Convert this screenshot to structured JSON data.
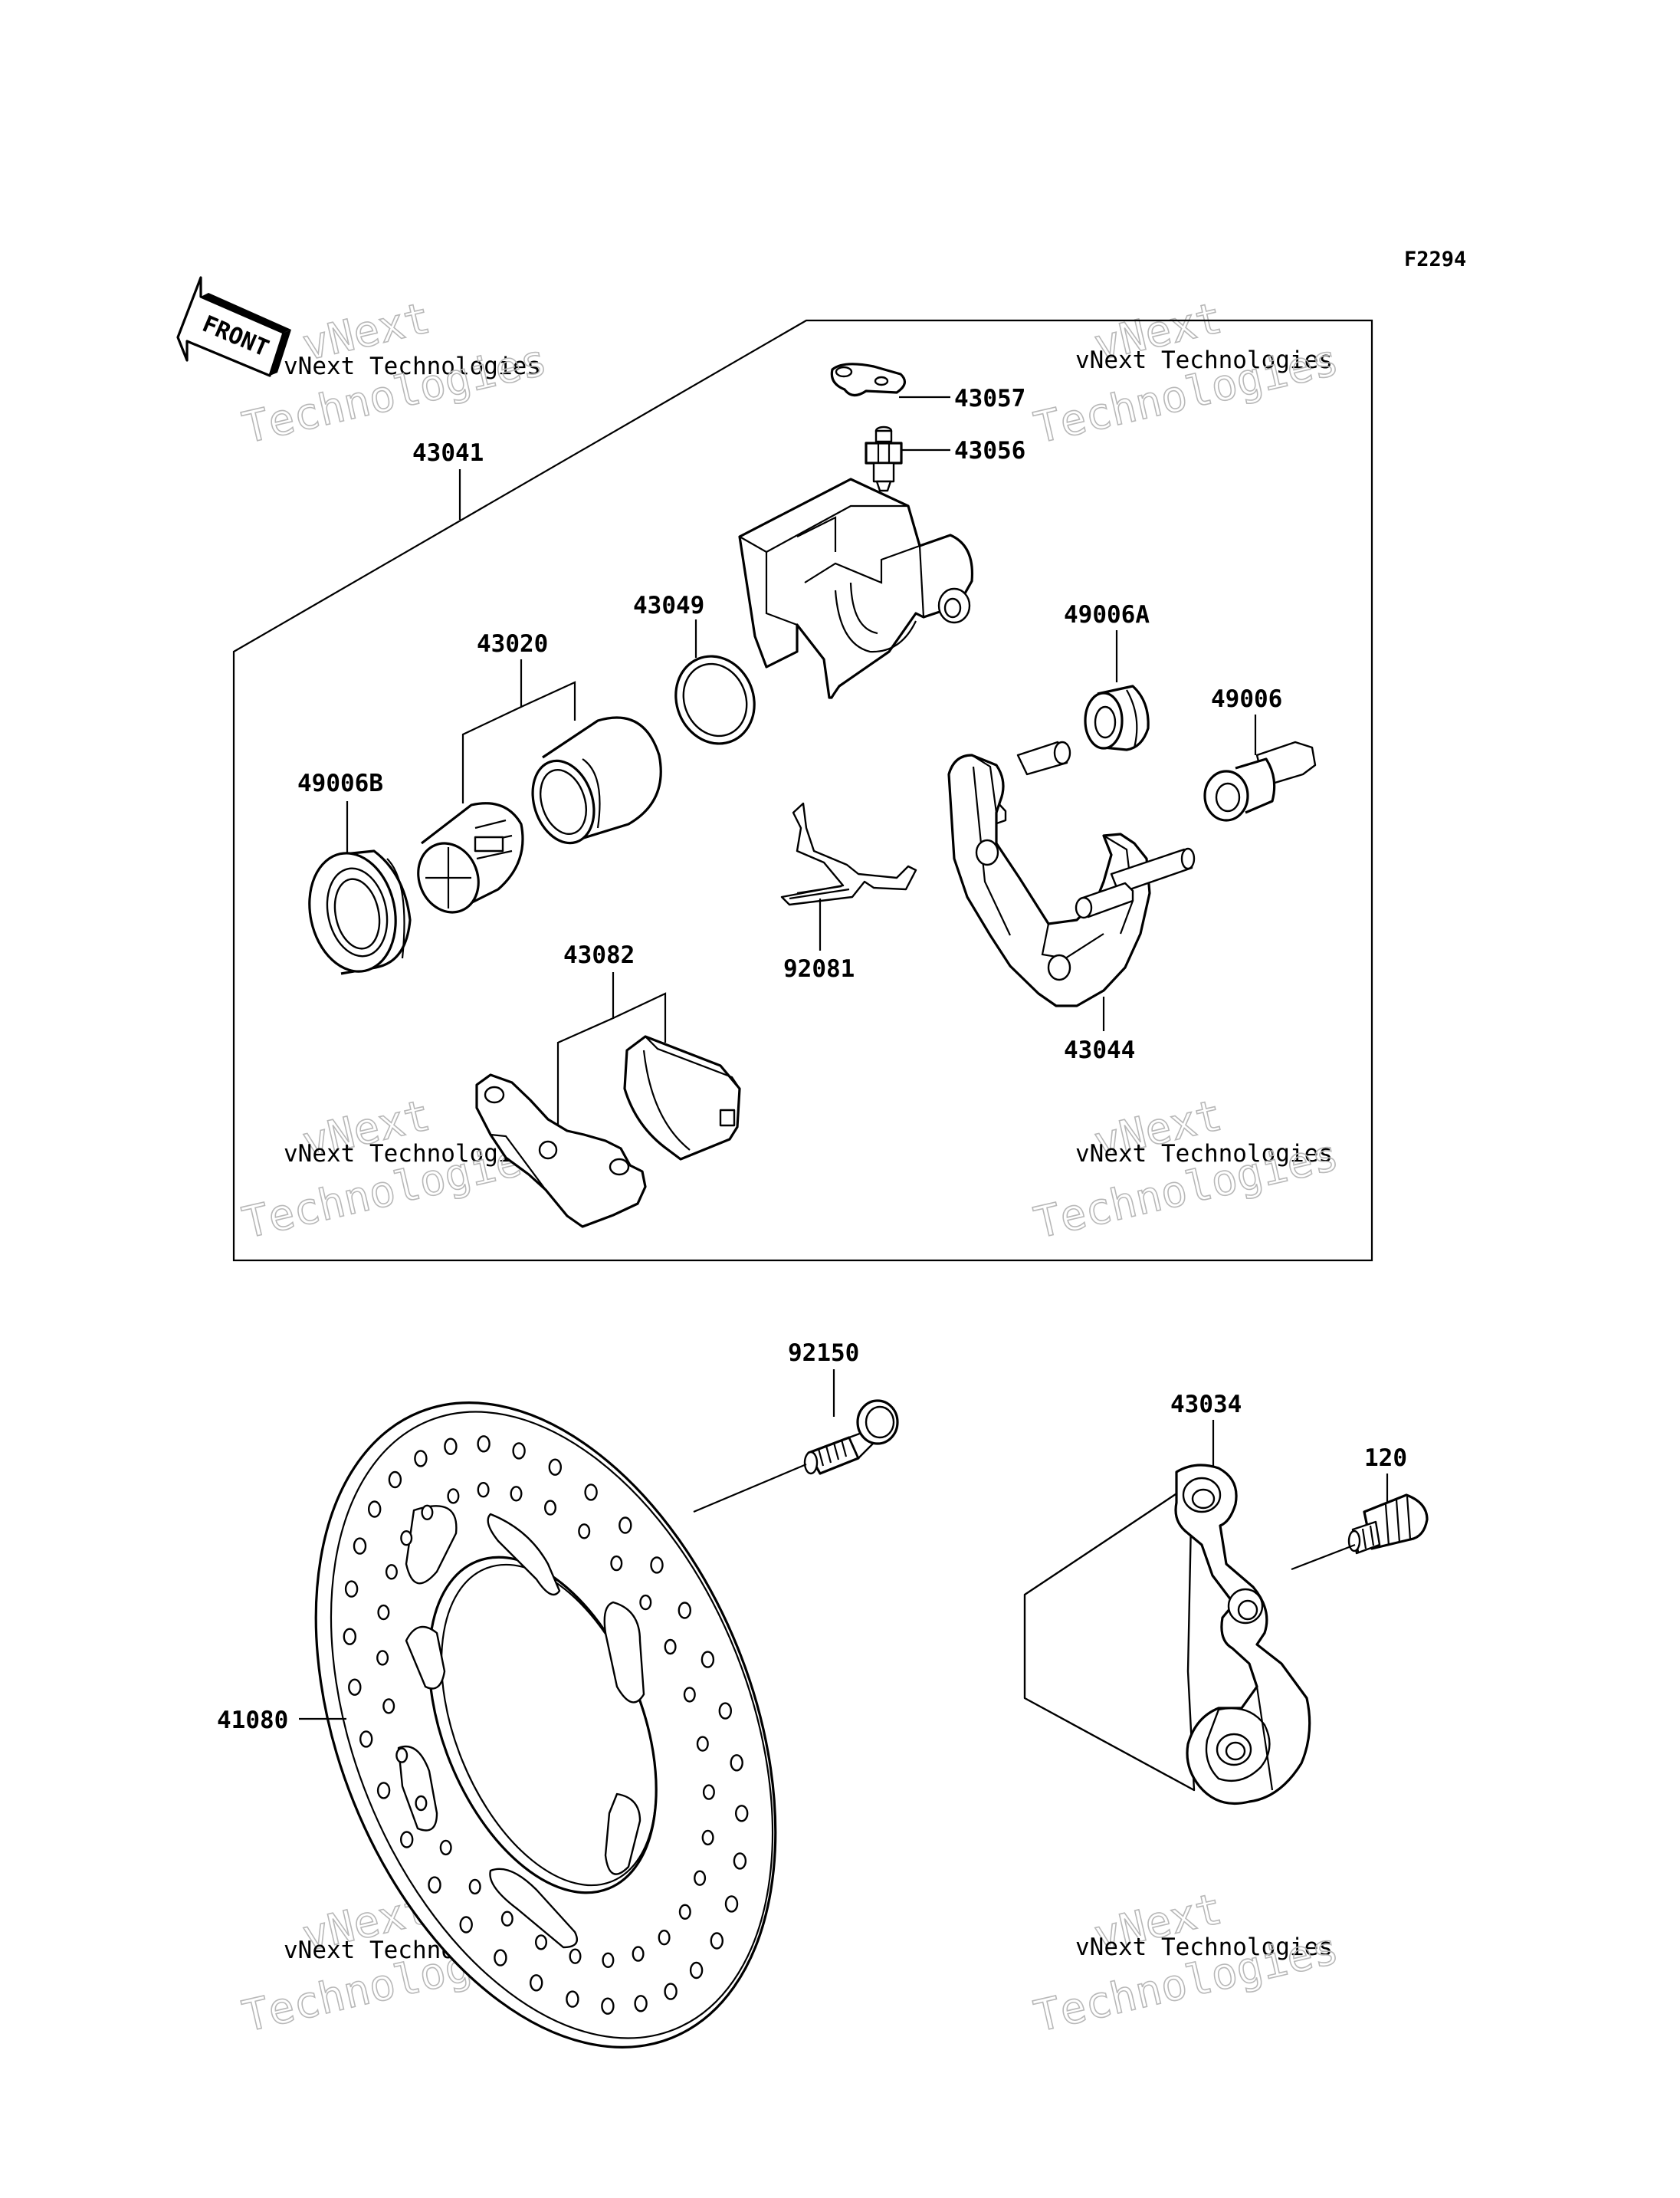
{
  "figure_code": "F2294",
  "front_label": "FRONT",
  "watermark": {
    "line1": "vNext",
    "line2": "vNext Technologies",
    "line3": "Technologies"
  },
  "parts": {
    "p43041": "43041",
    "p43057": "43057",
    "p43056": "43056",
    "p43049": "43049",
    "p43020": "43020",
    "p49006A": "49006A",
    "p49006": "49006",
    "p49006B": "49006B",
    "p92081": "92081",
    "p43044": "43044",
    "p43082": "43082",
    "p92150": "92150",
    "p43034": "43034",
    "p120": "120",
    "p41080": "41080"
  }
}
